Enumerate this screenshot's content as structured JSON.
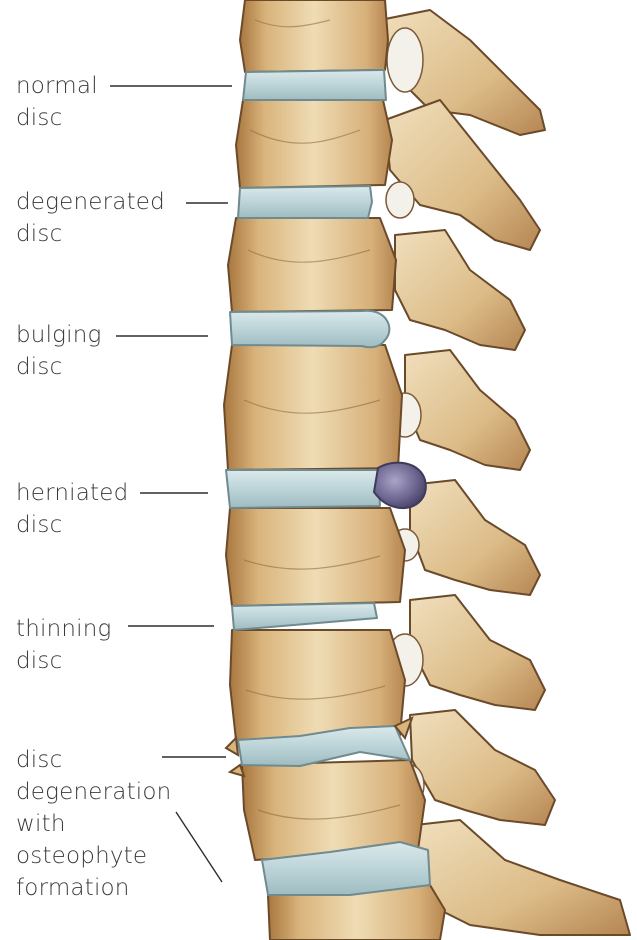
{
  "labels": {
    "normal_disc": "normal\ndisc",
    "degenerated_disc": "degenerated\ndisc",
    "bulging_disc": "bulging\ndisc",
    "herniated_disc": "herniated\ndisc",
    "thinning_disc": "thinning\ndisc",
    "disc_degeneration_osteophyte": "disc\ndegeneration\nwith\nosteophyte\nformation"
  },
  "colors": {
    "bone": "#e8cfa0",
    "bone_shadow": "#b98a52",
    "bone_outline": "#6b4a2a",
    "disc": "#c7dce0",
    "disc_outline": "#6f8b90",
    "herniation": "#6f6a93",
    "leader_line": "#2e2e2e",
    "label_text": "#3a3a3a"
  }
}
